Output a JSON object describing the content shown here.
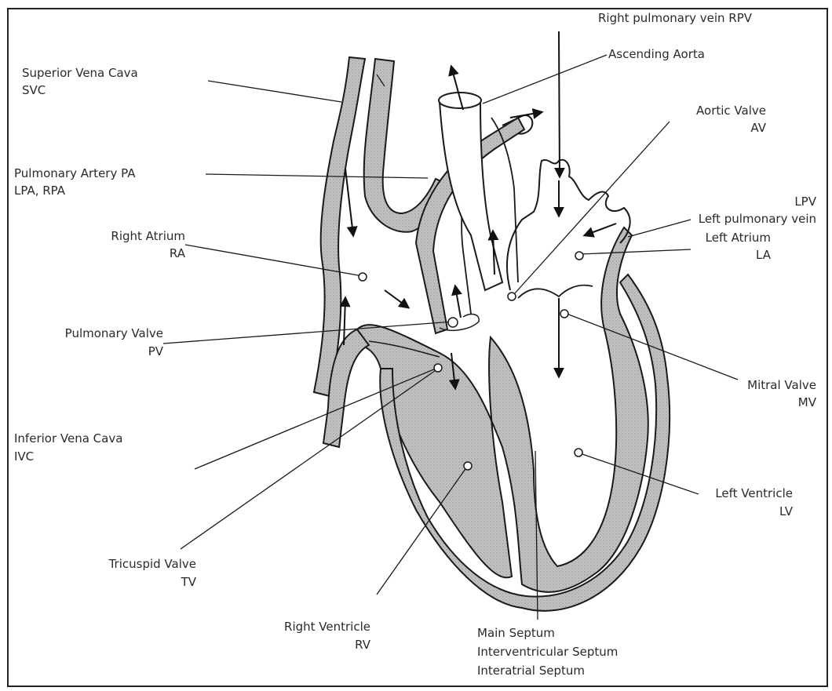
{
  "labels": {
    "rpv": "Right pulmonary vein RPV",
    "ascending_aorta": "Ascending Aorta",
    "svc_name": "Superior Vena Cava",
    "svc_abbr": "SVC",
    "aortic_valve_name": "Aortic Valve",
    "aortic_valve_abbr": "AV",
    "pa_name": "Pulmonary Artery PA",
    "pa_branches": "LPA, RPA",
    "lpv_abbr": "LPV",
    "lpv_name": "Left pulmonary vein",
    "ra_name": "Right Atrium",
    "ra_abbr": "RA",
    "la_name": "Left Atrium",
    "la_abbr": "LA",
    "pv_name": "Pulmonary Valve",
    "pv_abbr": "PV",
    "mv_name": "Mitral Valve",
    "mv_abbr": "MV",
    "ivc_name": "Inferior Vena Cava",
    "ivc_abbr": "IVC",
    "lv_name": "Left Ventricle",
    "lv_abbr": "LV",
    "tv_name": "Tricuspid Valve",
    "tv_abbr": "TV",
    "rv_name": "Right Ventricle",
    "rv_abbr": "RV",
    "septum_main": "Main Septum",
    "septum_iv": "Interventricular Septum",
    "septum_ia": "Interatrial Septum"
  },
  "colors": {
    "wall_fill": "#bdbdbd",
    "outline": "#1a1a1a",
    "text": "#2a2a2a"
  }
}
